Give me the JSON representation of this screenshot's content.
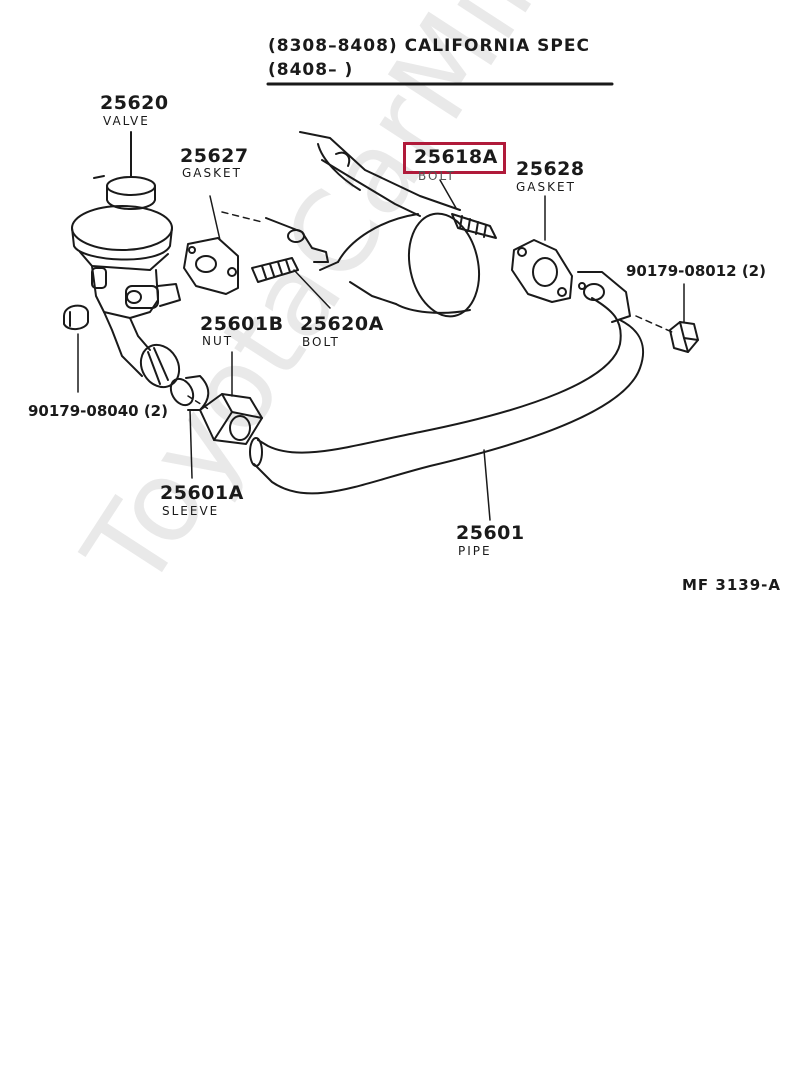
{
  "header": {
    "line1": "(8308–8408) CALIFORNIA SPEC",
    "line2": "(8408–        )"
  },
  "parts": {
    "valve": {
      "number": "25620",
      "name": "VALVE"
    },
    "gasket_left": {
      "number": "25627",
      "name": "GASKET"
    },
    "bolt_top": {
      "number": "25618A",
      "name": "BOLT"
    },
    "gasket_right": {
      "number": "25628",
      "name": "GASKET"
    },
    "nut_right": {
      "number": "90179-08012 (2)"
    },
    "nut": {
      "number": "25601B",
      "name": "NUT"
    },
    "bolt_mid": {
      "number": "25620A",
      "name": "BOLT"
    },
    "nut_left": {
      "number": "90179-08040 (2)"
    },
    "sleeve": {
      "number": "25601A",
      "name": "SLEEVE"
    },
    "pipe": {
      "number": "25601",
      "name": "PIPE"
    }
  },
  "figure_code": "MF  3139-A",
  "watermark": "ToyotaCarMine.ru",
  "highlight_color": "#b01a3a"
}
